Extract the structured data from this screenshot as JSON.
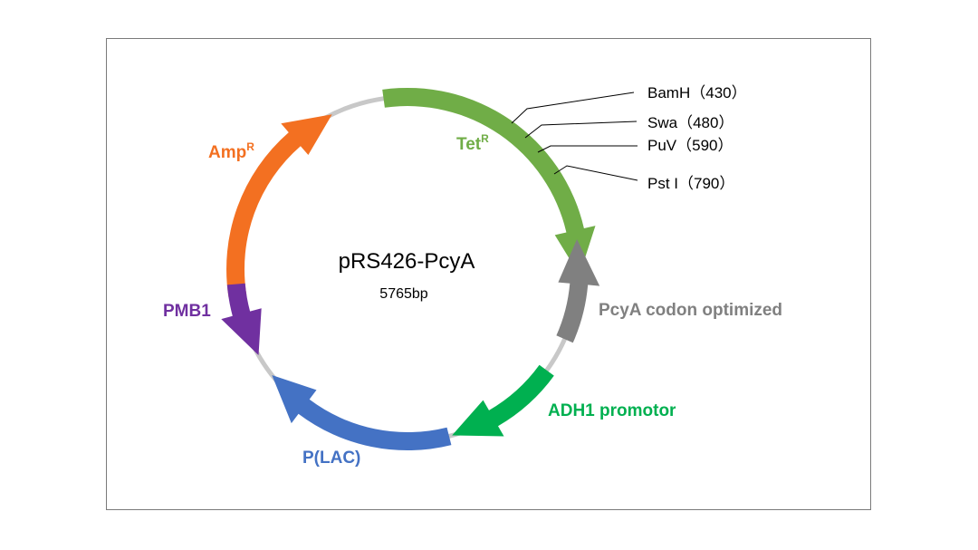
{
  "plasmid": {
    "name": "pRS426-PcyA",
    "size": "5765bp"
  },
  "features": [
    {
      "id": "amp",
      "label": "Amp",
      "superscript": "R",
      "color": "#F37021"
    },
    {
      "id": "tet",
      "label": "Tet",
      "superscript": "R",
      "color": "#70AD47"
    },
    {
      "id": "pcya",
      "label": "PcyA codon optimized",
      "color": "#808080"
    },
    {
      "id": "adh1",
      "label": "ADH1 promotor",
      "color": "#00B050"
    },
    {
      "id": "plac",
      "label": "P(LAC)",
      "color": "#4472C4"
    },
    {
      "id": "pmb1",
      "label": "PMB1",
      "color": "#7030A0"
    }
  ],
  "sites": [
    {
      "name": "BamH",
      "pos": "（430）"
    },
    {
      "name": "Swa",
      "pos": "（480）"
    },
    {
      "name": "PuV",
      "pos": "（590）"
    },
    {
      "name": "Pst I",
      "pos": "（790）"
    }
  ],
  "backbone_color": "#C8C8C8"
}
